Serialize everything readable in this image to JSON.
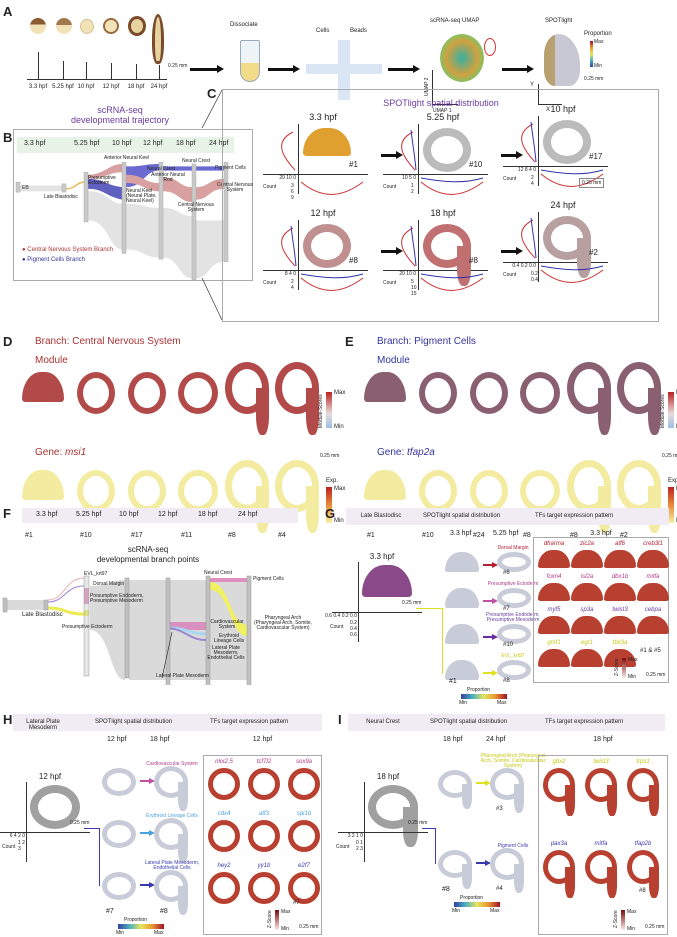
{
  "A": {
    "label": "A",
    "times": [
      "3.3 hpf",
      "5.25 hpf",
      "10 hpf",
      "12 hpf",
      "18 hpf",
      "24 hpf"
    ],
    "scale": "0.25 mm",
    "dissociate": "Dissociate",
    "cells": "Cells",
    "beads": "Beads",
    "umap_title": "scRNA-seq UMAP",
    "umap1": "UMAP 1",
    "umap2": "UMAP 2",
    "spotlight": "SPOTlight",
    "proportion": "Proportion",
    "max": "Max",
    "min": "Min",
    "axis_x": "X",
    "axis_y": "Y"
  },
  "B": {
    "label": "B",
    "title1": "scRNA-seq",
    "title2": "developmental trajectory",
    "times": [
      "3.3 hpf",
      "5.25 hpf",
      "10 hpf",
      "12 hpf",
      "18 hpf",
      "24 hpf"
    ],
    "nodes": {
      "eb": "EB",
      "late_blastodisc": "Late Blastodisc",
      "pres_ecto": "Presumptive Ectoderm",
      "ant_neural_keel": "Anterior Neural Keel",
      "neural_keel": "Neural Keel (Neural Plate, Neural Keel)",
      "neural_crest_12": "Neural Crest",
      "ant_neural_rod": "Anterior Neural Rod",
      "neural_crest_18": "Neural Crest",
      "pigment": "Pigment Cells",
      "cns_18": "Central Nervous System",
      "cns_24": "Central Nervous System"
    },
    "legend": [
      {
        "label": "Central Nervous System Branch",
        "color": "#a33a3a"
      },
      {
        "label": "Pigment Cells Branch",
        "color": "#33349a"
      }
    ]
  },
  "C": {
    "label": "C",
    "title": "SPOTlight spatial distribution",
    "scale": "0.25 mm",
    "count": "Count",
    "plots": [
      {
        "time": "3.3 hpf",
        "id": "#1",
        "xt": "20 10 0",
        "yt": "3 6 9"
      },
      {
        "time": "5.25 hpf",
        "id": "#10",
        "xt": "10  5  0",
        "yt": "1 2"
      },
      {
        "time": "10 hpf",
        "id": "#17",
        "xt": "12 8 4 0",
        "yt": "2 4"
      },
      {
        "time": "12 hpf",
        "id": "#8",
        "xt": "8  4  0",
        "yt": "2 4"
      },
      {
        "time": "18 hpf",
        "id": "#8",
        "xt": "20 10 0",
        "yt": "5 10 15"
      },
      {
        "time": "24 hpf",
        "id": "#2",
        "xt": "0.4 0.2 0.0",
        "yt": "0.2 0.4"
      }
    ]
  },
  "D": {
    "label": "D",
    "branch": "Branch: Central Nervous System",
    "module": "Module",
    "gene_prefix": "Gene: ",
    "gene": "msi1",
    "ids": [
      "#1",
      "#10",
      "#17",
      "#11",
      "#8",
      "#4"
    ],
    "scale_label": "Module-Scores",
    "exp": "Exp.",
    "max": "Max",
    "min": "Min",
    "scale": "0.25 mm"
  },
  "E": {
    "label": "E",
    "branch": "Branch: Pigment Cells",
    "module": "Module",
    "gene_prefix": "Gene: ",
    "gene": "tfap2a",
    "ids": [
      "#1",
      "#10",
      "#24",
      "#8",
      "#8",
      "#2"
    ],
    "scale_label": "Module-Scores",
    "exp": "Exp.",
    "max": "Max",
    "min": "Min",
    "scale": "0.25 mm"
  },
  "F": {
    "label": "F",
    "times": [
      "3.3 hpf",
      "5.25 hpf",
      "10 hpf",
      "12 hpf",
      "18 hpf",
      "24 hpf"
    ],
    "title1": "scRNA-seq",
    "title2": "developmental branch points",
    "nodes": {
      "late_blastodisc": "Late Blastodisc",
      "evl": "EVL_krt97",
      "dorsal": "Dorsal Margin",
      "endo_meso": "Presumptive Endoderm, Presumptive Mesoderm",
      "ecto": "Presumptive Ectoderm",
      "neural_crest": "Neural Crest",
      "pigment": "Pigment Cells",
      "pharyngeal": "Pharyngeal Arch (Pharyngeal Arch, Somite, Cardiovascular System)",
      "cardio": "Cardiovascular System",
      "erythroid": "Erythroid Lineage Cells",
      "lpm_endo": "Lateral Plate Mesoderm, Endothelial Cells",
      "lpm": "Lateral Plate Mesoderm"
    }
  },
  "G": {
    "label": "G",
    "h1": "Late Blastodisc",
    "h2": "SPOTlight spatial distribution",
    "h3": "TFs target expression pattern",
    "t1": "3.3 hpf",
    "t2": "5.25 hpf",
    "t3": "3.3 hpf",
    "main_time": "3.3 hpf",
    "scale": "0.25 mm",
    "xt": "0.6 0.4 0.2 0.0",
    "yt": "0.2 0.4 0.6",
    "count": "Count",
    "branches": [
      {
        "label": "Dorsal Margin",
        "id": "#6"
      },
      {
        "label": "Presumptive Ectoderm",
        "id": "#7"
      },
      {
        "label": "Presumptive Endoderm, Presumptive Mesoderm",
        "id": "#10"
      },
      {
        "label": "EVL_krt97",
        "id": "#8"
      }
    ],
    "src_id": "#1",
    "tfs": [
      [
        "dharma",
        "zic2a",
        "atf6",
        "creb3l1"
      ],
      [
        "foxn4",
        "isl2a",
        "dbx1b",
        "mitfa"
      ],
      [
        "myf5",
        "sp3a",
        "twist3",
        "cebpa"
      ],
      [
        "gmf1",
        "egr1",
        "tbx3a"
      ]
    ],
    "tf_id": "#1 & #5",
    "zscore": "Z-Score",
    "max": "Max",
    "min": "Min",
    "proportion": "Proportion"
  },
  "H": {
    "label": "H",
    "h1": "Lateral Plate Mesoderm",
    "h2": "SPOTlight spatial distribution",
    "h3": "TFs target expression pattern",
    "t1": "12 hpf",
    "t2": "18 hpf",
    "t3": "12 hpf",
    "main_time": "12 hpf",
    "scale": "0.25 mm",
    "xt": "6 4 2 0",
    "yt": "1 2 3",
    "count": "Count",
    "branches": [
      {
        "label": "Cardiovascular System"
      },
      {
        "label": "Erythroid Lineage Cells"
      },
      {
        "label": "Lateral Plate Mesoderm, Endothelial Cells"
      }
    ],
    "src_id": "#7",
    "dst_id": "#8",
    "tfs": [
      [
        "nkx2.5",
        "tcf7l2",
        "sox9a"
      ],
      [
        "cdx4",
        "atf3",
        "spi1b"
      ],
      [
        "hey2",
        "yy1b",
        "e2f7"
      ]
    ],
    "tf_id": "#7",
    "zscore": "Z-Score",
    "max": "Max",
    "min": "Min",
    "proportion": "Proportion"
  },
  "I": {
    "label": "I",
    "h1": "Neural Crest",
    "h2": "SPOTlight spatial distribution",
    "h3": "TFs target expression pattern",
    "t1": "18 hpf",
    "t2": "24 hpf",
    "t3": "18 hpf",
    "main_time": "18 hpf",
    "scale": "0.25 mm",
    "xt": "3 2 1 0",
    "yt": "0 1 2 3",
    "count": "Count",
    "branches": [
      {
        "label": "Pharyngeal Arch (Pharyngeal Arch, Somite, Cardiovascular System)",
        "id": "#3"
      },
      {
        "label": "Pigment Cells",
        "id": "#4"
      }
    ],
    "src_id": "#8",
    "tfs": [
      [
        "gbx2",
        "twist3",
        "trps1"
      ],
      [
        "pax3a",
        "mitfa",
        "tfap2b"
      ]
    ],
    "tf_id": "#8",
    "zscore": "Z-Score",
    "max": "Max",
    "min": "Min",
    "proportion": "Proportion"
  }
}
